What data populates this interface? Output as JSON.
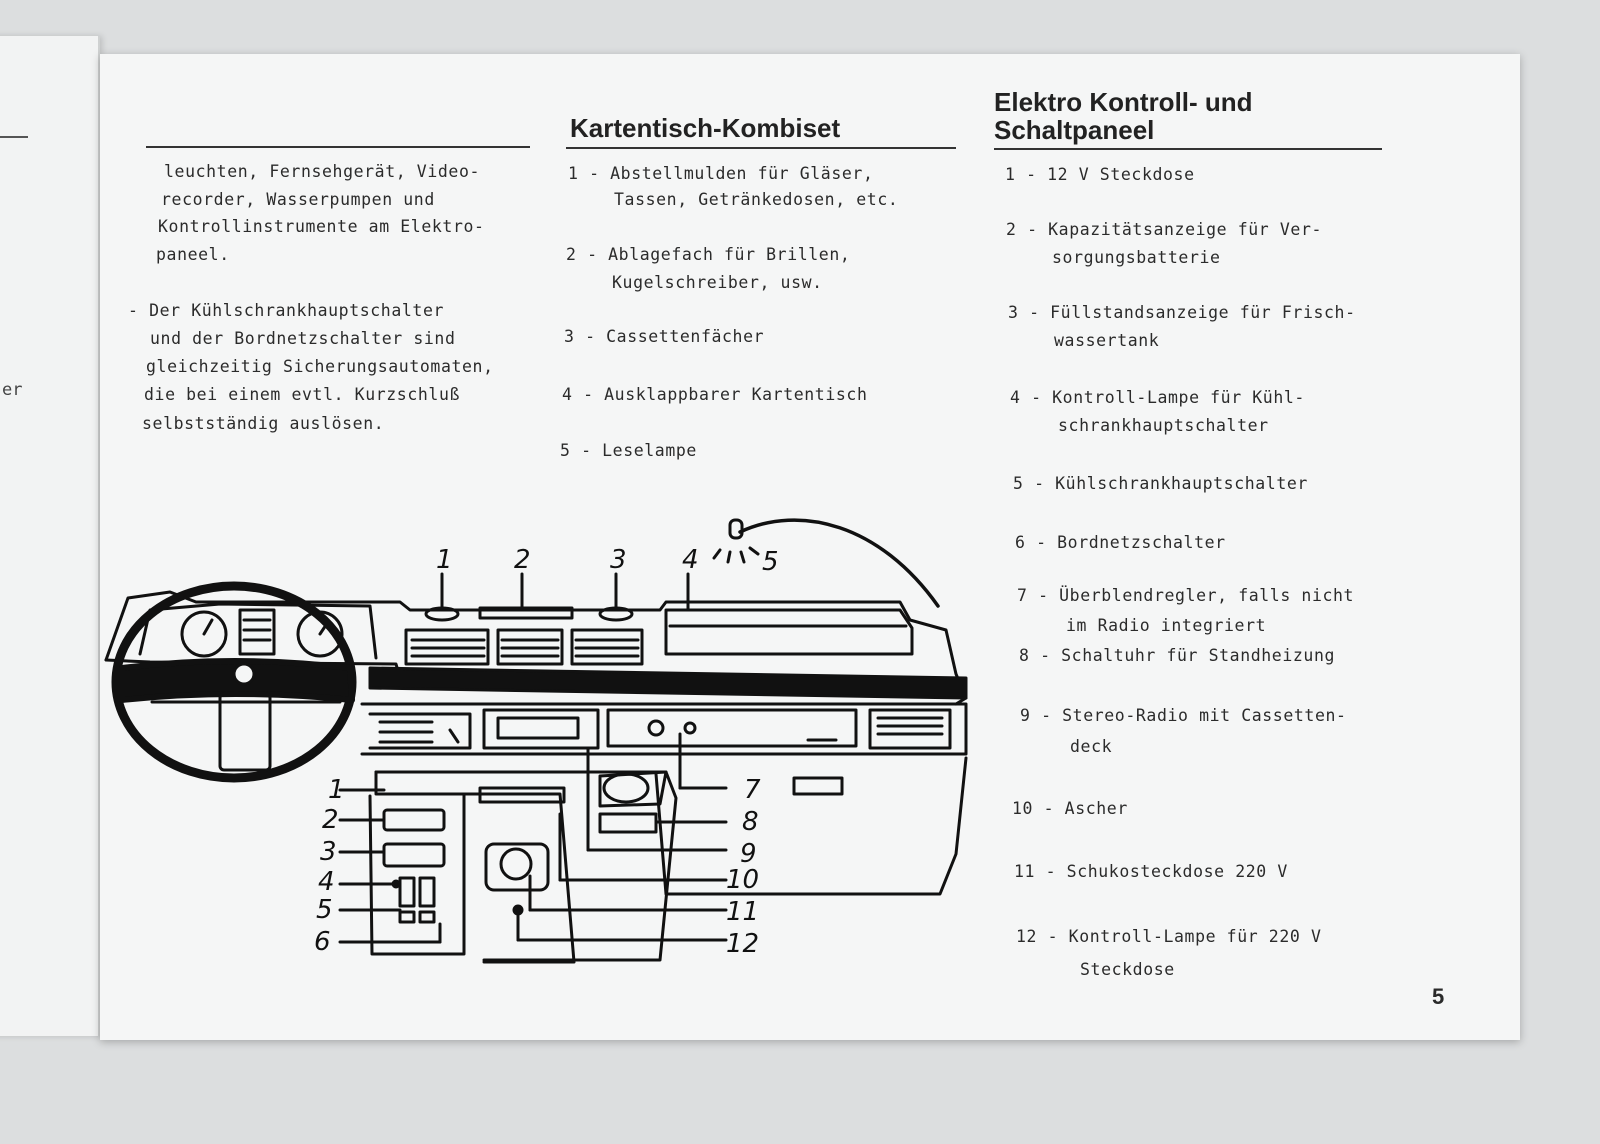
{
  "left_page": {
    "fragment": "er"
  },
  "col1": {
    "lines": [
      "leuchten, Fernsehgerät, Video-",
      "recorder, Wasserpumpen und",
      "Kontrollinstrumente am Elektro-",
      "paneel.",
      "- Der Kühlschrankhauptschalter",
      "und der Bordnetzschalter sind",
      "gleichzeitig Sicherungsautomaten,",
      "die bei einem evtl. Kurzschluß",
      "selbstständig auslösen."
    ]
  },
  "col2": {
    "heading": "Kartentisch-Kombiset",
    "lines": [
      "1 - Abstellmulden für Gläser,",
      "Tassen, Getränkedosen, etc.",
      "2 - Ablagefach für Brillen,",
      "Kugelschreiber, usw.",
      "3 - Cassettenfächer",
      "4 - Ausklappbarer Kartentisch",
      "5 - Leselampe"
    ]
  },
  "col3": {
    "heading_line1": "Elektro Kontroll- und",
    "heading_line2": "Schaltpaneel",
    "lines": [
      "1 - 12 V Steckdose",
      "2 - Kapazitätsanzeige für Ver-",
      "sorgungsbatterie",
      "3 - Füllstandsanzeige für Frisch-",
      "wassertank",
      "4 - Kontroll-Lampe für Kühl-",
      "schrankhauptschalter",
      "5 - Kühlschrankhauptschalter",
      "6 - Bordnetzschalter",
      "7 - Überblendregler, falls nicht",
      "im Radio integriert",
      "8 - Schaltuhr für Standheizung",
      "9 - Stereo-Radio mit Cassetten-",
      "deck",
      "10 - Ascher",
      "11 - Schukosteckdose 220 V",
      "12 - Kontroll-Lampe für 220 V",
      "Steckdose"
    ]
  },
  "diagram": {
    "top_labels": [
      "1",
      "2",
      "3",
      "4",
      "5"
    ],
    "left_labels": [
      "1",
      "2",
      "3",
      "4",
      "5",
      "6"
    ],
    "right_labels": [
      "7",
      "8",
      "9",
      "10",
      "11",
      "12"
    ]
  },
  "page_number": "5"
}
